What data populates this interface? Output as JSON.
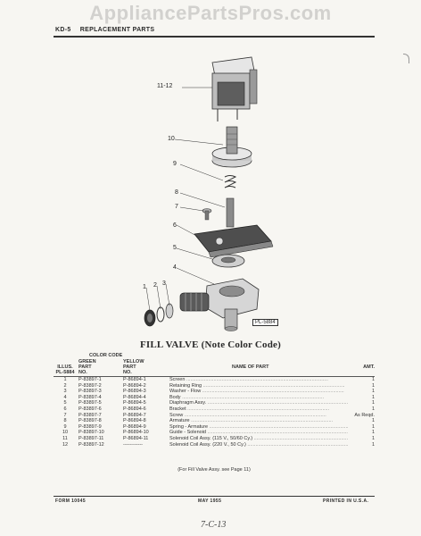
{
  "watermark": "AppliancePartsPros.com",
  "header": {
    "code": "KD-5",
    "title": "REPLACEMENT PARTS"
  },
  "diagram": {
    "callouts": [
      "11-12",
      "10",
      "9",
      "8",
      "7",
      "6",
      "5",
      "4",
      "3",
      "2",
      "1"
    ],
    "plate_id": "PL-5884"
  },
  "figure_title": "FILL VALVE (Note Color Code)",
  "table": {
    "color_code_label": "COLOR CODE",
    "headers": {
      "illus": [
        "ILLUS.",
        "PL-5884"
      ],
      "green": [
        "GREEN",
        "PART",
        "NO."
      ],
      "yellow": [
        "YELLOW",
        "PART",
        "NO."
      ],
      "name": "NAME OF PART",
      "amt": "AMT."
    },
    "rows": [
      {
        "illus": "1",
        "green": "P-83897-1",
        "yellow": "P-86894-1",
        "name": "Screen",
        "amt": "1"
      },
      {
        "illus": "2",
        "green": "P-83897-2",
        "yellow": "P-86894-2",
        "name": "Retaining Ring",
        "amt": "1"
      },
      {
        "illus": "3",
        "green": "P-83897-3",
        "yellow": "P-86894-3",
        "name": "Washer - Flow",
        "amt": "1"
      },
      {
        "illus": "4",
        "green": "P-83897-4",
        "yellow": "P-86894-4",
        "name": "Body",
        "amt": "1"
      },
      {
        "illus": "5",
        "green": "P-83897-5",
        "yellow": "P-86894-5",
        "name": "Diaphragm Assy.",
        "amt": "1"
      },
      {
        "illus": "6",
        "green": "P-83897-6",
        "yellow": "P-86894-6",
        "name": "Bracket",
        "amt": "1"
      },
      {
        "illus": "7",
        "green": "P-83897-7",
        "yellow": "P-86894-7",
        "name": "Screw",
        "amt": "As Reqd."
      },
      {
        "illus": "8",
        "green": "P-83897-8",
        "yellow": "P-86894-8",
        "name": "Armature",
        "amt": "1"
      },
      {
        "illus": "9",
        "green": "P-83897-9",
        "yellow": "P-86894-9",
        "name": "Spring - Armature",
        "amt": "1"
      },
      {
        "illus": "10",
        "green": "P-83897-10",
        "yellow": "P-86894-10",
        "name": "Guide - Solenoid",
        "amt": "1"
      },
      {
        "illus": "11",
        "green": "P-83897-11",
        "yellow": "P-86894-11",
        "name": "Solenoid Coil Assy. (115 V., 50/60 Cy.)",
        "amt": "1"
      },
      {
        "illus": "12",
        "green": "P-83897-12",
        "yellow": "------------",
        "name": "Solenoid Coil Assy. (220 V., 50 Cy.)",
        "amt": "1"
      }
    ],
    "footnote": "(For Fill Valve Assy. see Page 11)"
  },
  "footer": {
    "form": "FORM 10045",
    "date": "MAY 1955",
    "printed": "PRINTED IN U.S.A."
  },
  "handwritten_note": "7-C-13"
}
